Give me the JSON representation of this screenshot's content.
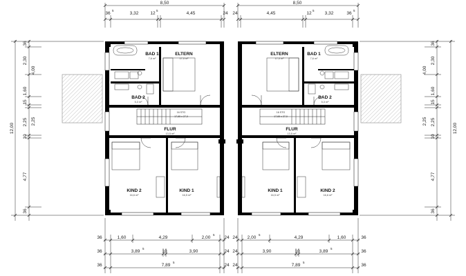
{
  "dimensions": {
    "top_total_left": "8,50",
    "top_total_right": "8,50",
    "top_left": [
      "36",
      "3,32",
      "12",
      "4,45",
      "24"
    ],
    "top_right": [
      "24",
      "4,45",
      "12",
      "3,32",
      "36"
    ],
    "superscript_5": "5",
    "side_left_outer": "12,00",
    "side_right_outer": "12,00",
    "side_left": [
      "36",
      "2,30",
      "4,00",
      "1,60",
      "15",
      "2,25",
      "10",
      "2,25",
      "4,77",
      "36"
    ],
    "side_right": [
      "36",
      "2,30",
      "4,00",
      "1,60",
      "15",
      "2,25",
      "10",
      "2,25",
      "4,77",
      "36"
    ],
    "bottom_row1_left": [
      "36",
      "1,60",
      "4,29",
      "2,00",
      "24"
    ],
    "bottom_row1_right": [
      "24",
      "2,00",
      "4,29",
      "1,60",
      "36"
    ],
    "bottom_row2_left": [
      "36",
      "3,89",
      "10",
      "3,90",
      "24"
    ],
    "bottom_row2_right": [
      "24",
      "3,90",
      "10",
      "3,89",
      "36"
    ],
    "bottom_row3_left": [
      "36",
      "7,89",
      "24"
    ],
    "bottom_row3_right": [
      "24",
      "7,89",
      "36"
    ]
  },
  "rooms": {
    "left": [
      {
        "name": "BAD 1",
        "area": "7,6 m²"
      },
      {
        "name": "ELTERN",
        "area": "17,0 m²"
      },
      {
        "name": "BAD 2",
        "area": "5,3 m²"
      },
      {
        "name": "FLUR",
        "area": "13,5 m²"
      },
      {
        "name": "KIND 2",
        "area": "16,6 m²"
      },
      {
        "name": "KIND 1",
        "area": "16,5 m²"
      }
    ],
    "right": [
      {
        "name": "ELTERN",
        "area": "17,0 m²"
      },
      {
        "name": "BAD 1",
        "area": "7,6 m²"
      },
      {
        "name": "BAD 2",
        "area": "5,3 m²"
      },
      {
        "name": "FLUR",
        "area": "13,5 m²"
      },
      {
        "name": "KIND 1",
        "area": "16,5 m²"
      },
      {
        "name": "KIND 2",
        "area": "16,6 m²"
      }
    ]
  },
  "stairs": {
    "left": {
      "line1": "16 STG",
      "line2": "17,65 x 27,0"
    },
    "right": {
      "line1": "16 STG",
      "line2": "17,65 x 27,0"
    }
  },
  "colors": {
    "wall": "#000000",
    "line": "#222222",
    "hatch": "#9a9a9a"
  }
}
